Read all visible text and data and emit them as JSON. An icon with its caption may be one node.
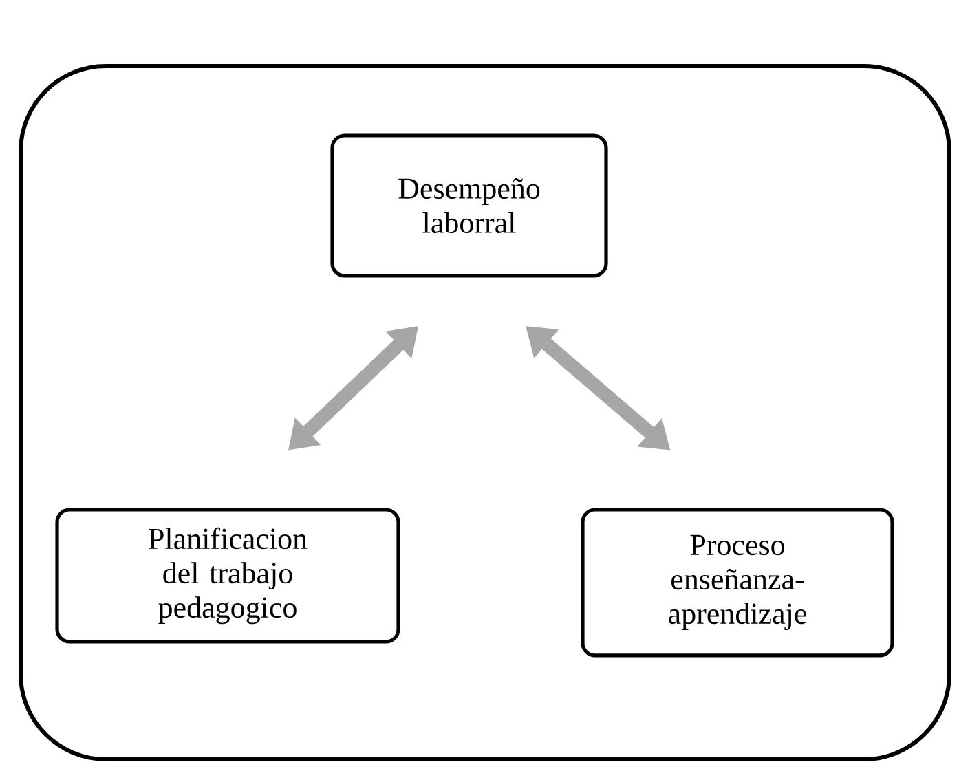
{
  "diagram": {
    "nodes": [
      {
        "text": [],
        "shape": "box"
      },
      {
        "text": [
          "Desempeño laborral"
        ],
        "in": 0
      },
      {
        "text": [
          "Planificacion del trabajo pedagogico"
        ],
        "in": 0
      },
      {
        "text": [
          "Proceso enseñanza-aprendizaje"
        ],
        "in": 0
      }
    ],
    "edges": [
      {
        "from": 1,
        "to": 2,
        "arrow": "both"
      },
      {
        "from": 1,
        "to": 3,
        "arrow": "both"
      }
    ]
  }
}
